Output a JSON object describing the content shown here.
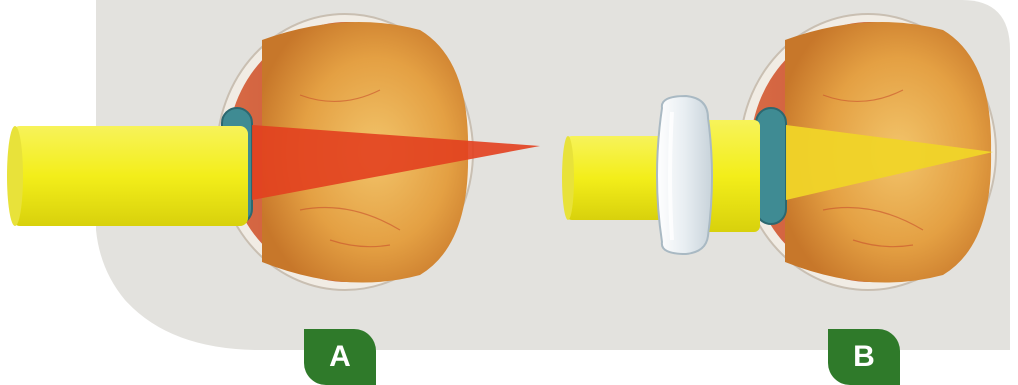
{
  "labels": {
    "a": "A",
    "b": "B"
  },
  "colors": {
    "panel_background": "#e3e2de",
    "light_beam": "#f3ee1a",
    "light_beam_shade": "#d8d10c",
    "focus_cone_uncorrected": "#e2401f",
    "focus_cone_corrected": "#f0d428",
    "retina_interior": "#e4a043",
    "eye_wall": "#c9552e",
    "iris_lens": "#3f8b93",
    "corrective_lens": "#eef2f4",
    "badge_background": "#2f7a2a",
    "badge_text": "#ffffff"
  },
  "figures": [
    {
      "id": "A",
      "subject": "eyeball-cross-section",
      "light_focus": "behind-retina",
      "has_corrective_lens": false
    },
    {
      "id": "B",
      "subject": "eyeball-cross-section",
      "light_focus": "on-retina",
      "has_corrective_lens": true
    }
  ]
}
